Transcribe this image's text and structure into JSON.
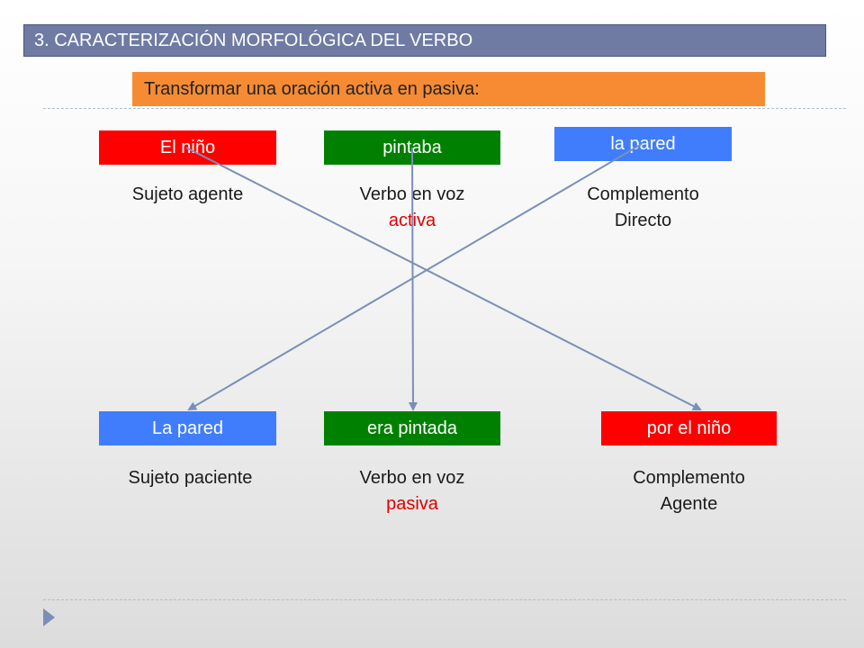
{
  "header": {
    "title": "3. CARACTERIZACIÓN MORFOLÓGICA DEL VERBO",
    "subtitle": "Transformar una oración activa en pasiva:"
  },
  "active": {
    "subject": {
      "box": "El niño",
      "label": "Sujeto agente"
    },
    "verb": {
      "box": "pintaba",
      "label_line1": "Verbo en voz",
      "label_line2": "activa"
    },
    "object": {
      "box": "la pared",
      "label_line1": "Complemento",
      "label_line2": "Directo"
    }
  },
  "passive": {
    "subject": {
      "box": "La pared",
      "label": "Sujeto paciente"
    },
    "verb": {
      "box": "era pintada",
      "label_line1": "Verbo en voz",
      "label_line2": "pasiva"
    },
    "agent": {
      "box": "por el niño",
      "label_line1": "Complemento",
      "label_line2": "Agente"
    }
  },
  "colors": {
    "title_bar": "#6f7ba3",
    "subtitle_bar": "#f68b33",
    "red": "#ff0000",
    "green": "#008000",
    "blue": "#3f7dfc",
    "arrow": "#7a8fb8",
    "accent_text": "#e00000"
  },
  "icons": {
    "footer_marker": "play-triangle-icon",
    "arrowheads": "arrowhead-icon"
  }
}
